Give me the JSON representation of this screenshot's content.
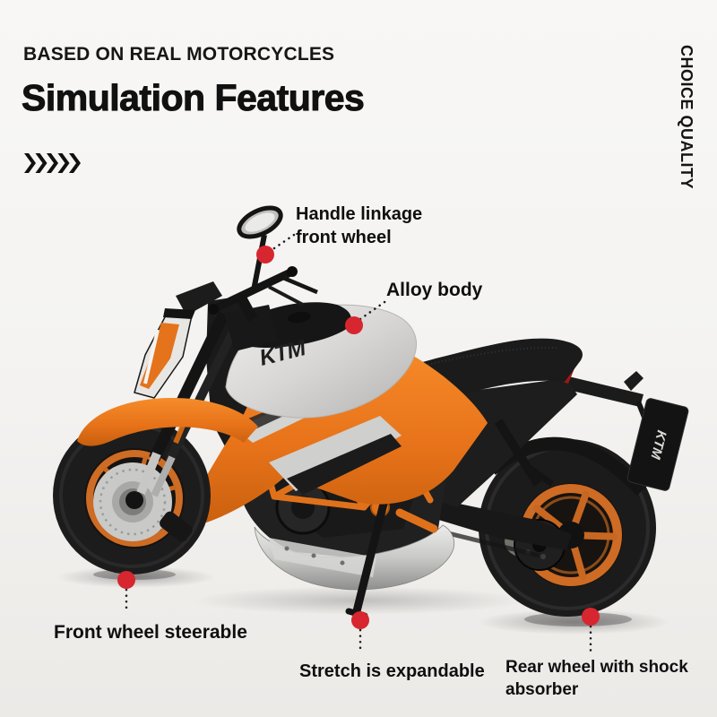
{
  "header": {
    "kicker": "BASED ON REAL MOTORCYCLES",
    "title": "Simulation Features",
    "side_label": "CHOICE QUALITY"
  },
  "decor": {
    "chevron_count": 5
  },
  "product": {
    "tank_logo": "KTM",
    "plate_logo": "KTM"
  },
  "callouts": {
    "handle": {
      "label": "Handle linkage front wheel"
    },
    "alloy": {
      "label": "Alloy body"
    },
    "front_wheel": {
      "label": "Front wheel steerable"
    },
    "stand": {
      "label": "Stretch is expandable"
    },
    "rear_wheel": {
      "label": "Rear wheel with shock absorber"
    }
  },
  "colors": {
    "background_top": "#f8f7f5",
    "background_bottom": "#eceae7",
    "text": "#111111",
    "accent_orange": "#e8731a",
    "callout_dot_red": "#d7262f",
    "tank_silver": "#d7d6d4"
  }
}
